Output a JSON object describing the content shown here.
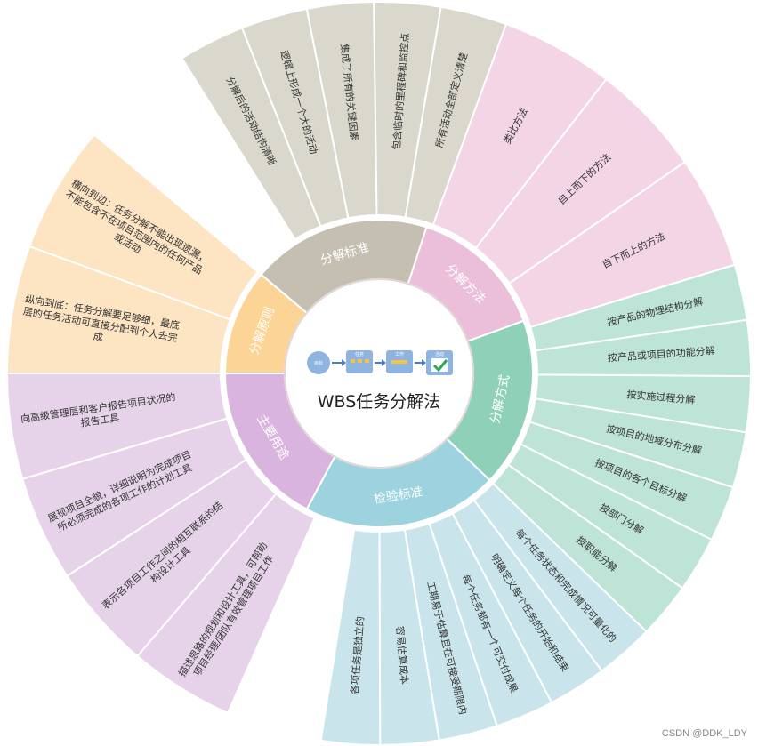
{
  "center": {
    "title": "WBS任务分解法",
    "icon_labels": [
      "目标",
      "任务",
      "工作",
      "活动"
    ]
  },
  "colors": {
    "criteria": {
      "inner": "#c4bfb1",
      "outer": "#dad7cc"
    },
    "methods": {
      "inner": "#ebbfda",
      "outer": "#f3d5e5"
    },
    "approaches": {
      "inner": "#8ed1b8",
      "outer": "#bde4d6"
    },
    "verify": {
      "inner": "#9dd3de",
      "outer": "#c9e5eb"
    },
    "uses": {
      "inner": "#d9b4de",
      "outer": "#e6d3e9"
    },
    "principles": {
      "inner": "#fcd496",
      "outer": "#fde4c2"
    }
  },
  "categories": [
    {
      "key": "criteria",
      "label": "分解标准",
      "items": [
        "分解后的活动结构清晰",
        "逻辑上形成一个大的活动",
        "集成了所有的关键因素",
        "包含临时的里程碑和监控点",
        "所有活动全部定义清楚"
      ]
    },
    {
      "key": "methods",
      "label": "分解方法",
      "items": [
        "类比方法",
        "自上而下的方法",
        "自下而上的方法"
      ]
    },
    {
      "key": "approaches",
      "label": "分解方式",
      "items": [
        "按产品的物理结构分解",
        "按产品或项目的功能分解",
        "按实施过程分解",
        "按项目的地域分布分解",
        "按项目的各个目标分解",
        "按部门分解",
        "按职能分解"
      ]
    },
    {
      "key": "verify",
      "label": "检验标准",
      "items": [
        "每个任务状态和完成情况可量化的",
        "明确定义每个任务的开始和结束",
        "每个任务都有一个可交付成果",
        "工期易于估算且在可接受期限内",
        "容易估算成本",
        "各项任务是独立的"
      ]
    },
    {
      "key": "uses",
      "label": "主要用途",
      "items": [
        "描述思路的规划和设计工具，可帮助项目经理/团队有效管理项目工作",
        "表示各项目工作之间的相互联系的结构设计工具",
        "展现项目全貌，详细说明为完成项目所必须完成的各项工作的计划工具",
        "向高级管理层和客户报告项目状况的报告工具"
      ]
    },
    {
      "key": "principles",
      "label": "分解原则",
      "items": [
        "纵向到底：任务分解要足够细，最底层的任务活动可直接分配到个人去完成",
        "横向到边：任务分解不能出现遗漏，不能包含不在项目范围内的任何产品或活动"
      ]
    }
  ],
  "watermark": "CSDN @DDK_LDY"
}
